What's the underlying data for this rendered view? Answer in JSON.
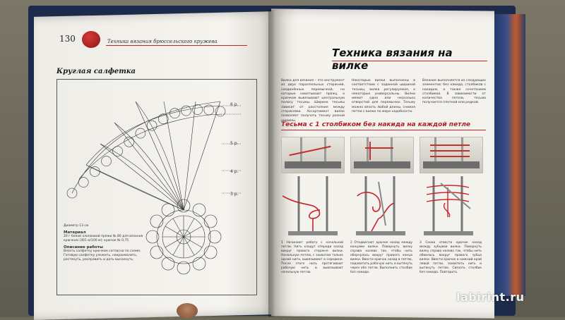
{
  "left_page": {
    "page_number": "130",
    "running_header": "Техника вязания брюссельского кружева",
    "doily_title": "Круглая салфетка",
    "row_labels": [
      "6 р.",
      "5 р.",
      "4 р.",
      "3 р."
    ],
    "diameter": "Диаметр 13 см",
    "material_title": "Материал",
    "material_text": "20 г белой хлопковой пряжи № 80 для вязания крючком (301 м/100 м); крючок № 0,75",
    "work_title": "Описание работы",
    "work_text": "Вязать салфетку крючком согласно по схеме. Готовую салфетку уложить, накрахмалить, растянуть, расправить и дать высохнуть."
  },
  "right_page": {
    "title": "Техника вязания на вилке",
    "col1": "Вилка для вязания – это инструмент из двух параллельных стержней, соединённых перемычкой, на которые наматывают пряжу, а крючком вывязывают центральную полосу тесьмы. Ширина тесьмы зависит от расстояния между стержнями. Ассортимент вилок позволяет получать тесьму разной ширины.",
    "col2": "Некоторые вилки выполнены в соответствии с заданной шириной тесьмы, вилка регулируемая, а некоторые универсальны. Вилки имеют одно или несколько отверстий для перемычки. Тесьму можно вязать любой длины, снимая петли с вилки по мере надобности.",
    "col3": "Вязание выполняется из следующих элементов: без накида, столбиков с накидом, а также сочетанием столбиков. В зависимости от количества петель тесьма получается плотной или редкой.",
    "subtitle": "Тесьма с 1 столбиком без накида на каждой петле",
    "captions": [
      "1 Начинают работу с начальной петли. Нить кладут спереди назад вокруг правого стержня вилки. Начальную петлю, с захватом только одной нити, вывязывают в середине. После этого нить протягивают рабочую нить и вывязывают начальную петлю.",
      "2 Отодвигают крючок назад между концами вилки. Повернуть вилку справа налево так, чтобы нить обернулась вокруг правого конца вилки. Ввести крючок назад в петлю, подхватить рабочую нить и вытянуть через обе петли. Выполнить столбик без накида.",
      "3 Снова отвести крючок назад между зубцами вилки. Повернуть вилку справа налево так, чтобы нить обвилась вокруг правого зубца вилки. Ввести крючок в нижний край левой петли, захватить нить и вытянуть петлю. Связать столбик без накида. Повторить."
    ]
  },
  "watermark": "labirint.ru",
  "colors": {
    "accent_red": "#c4232a",
    "cover_blue": "#1d2a4a",
    "page": "#f5f3ee"
  }
}
